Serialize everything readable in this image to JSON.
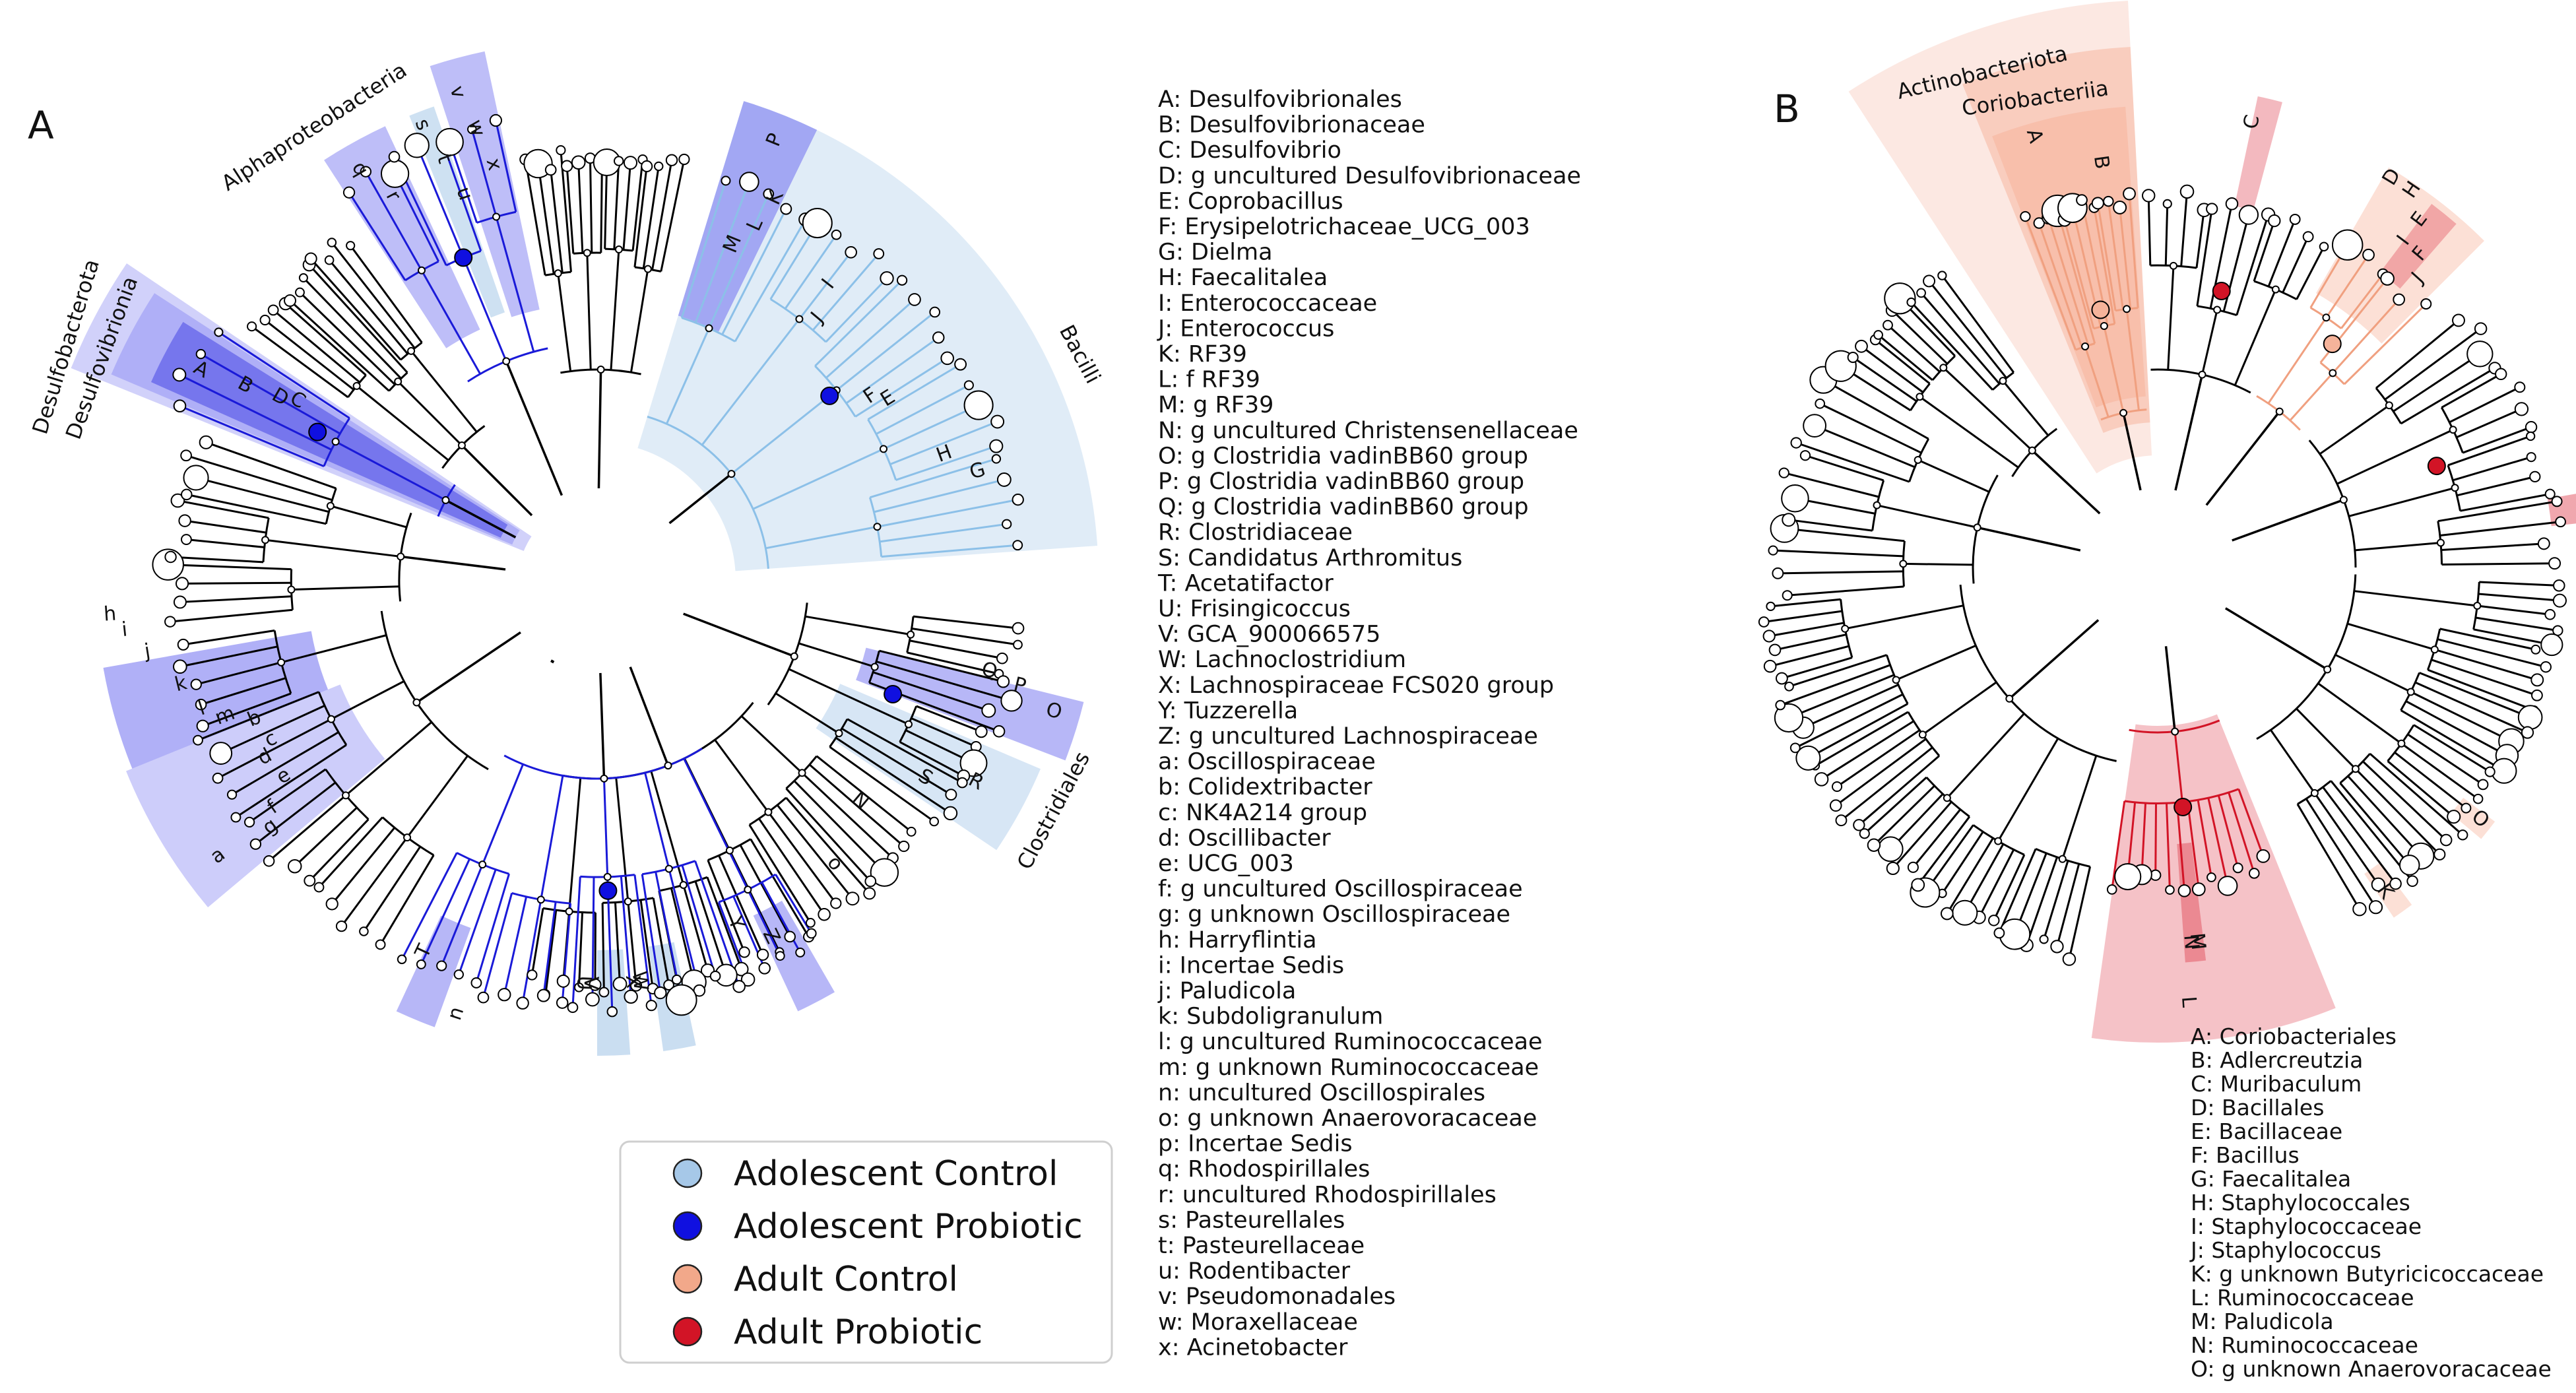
{
  "panels": [
    {
      "letter": "A",
      "clade_labels": [
        "Desulfobacterota",
        "Desulfovibrionia",
        "Alphaproteobacteria",
        "Bacilli",
        "Clostridiales"
      ],
      "key": [
        "A: Desulfovibrionales",
        "B: Desulfovibrionaceae",
        "C: Desulfovibrio",
        "D: g uncultured Desulfovibrionaceae",
        "E: Coprobacillus",
        "F: Erysipelotrichaceae_UCG_003",
        "G: Dielma",
        "H: Faecalitalea",
        "I: Enterococcaceae",
        "J: Enterococcus",
        "K: RF39",
        "L: f RF39",
        "M: g RF39",
        "N: g uncultured Christensenellaceae",
        "O: g Clostridia vadinBB60 group",
        "P: g Clostridia vadinBB60 group",
        "Q: g Clostridia vadinBB60 group",
        "R: Clostridiaceae",
        "S: Candidatus Arthromitus",
        "T: Acetatifactor",
        "U: Frisingicoccus",
        "V: GCA_900066575",
        "W: Lachnoclostridium",
        "X: Lachnospiraceae FCS020 group",
        "Y: Tuzzerella",
        "Z: g uncultured Lachnospiraceae",
        "a: Oscillospiraceae",
        "b: Colidextribacter",
        "c: NK4A214 group",
        "d: Oscillibacter",
        "e: UCG_003",
        "f: g uncultured Oscillospiraceae",
        "g: g unknown Oscillospiraceae",
        "h: Harryflintia",
        "i: Incertae Sedis",
        "j: Paludicola",
        "k: Subdoligranulum",
        "l: g uncultured Ruminococcaceae",
        "m: g unknown Ruminococcaceae",
        "n: uncultured Oscillospirales",
        "o: g unknown Anaerovoracaceae",
        "p: Incertae Sedis",
        "q: Rhodospirillales",
        "r: uncultured Rhodospirillales",
        "s: Pasteurellales",
        "t: Pasteurellaceae",
        "u: Rodentibacter",
        "v: Pseudomonadales",
        "w: Moraxellaceae",
        "x: Acinetobacter"
      ]
    },
    {
      "letter": "B",
      "clade_labels": [
        "Actinobacteriota",
        "Coriobacteriia"
      ],
      "key": [
        "A: Coriobacteriales",
        "B: Adlercreutzia",
        "C: Muribaculum",
        "D: Bacillales",
        "E: Bacillaceae",
        "F: Bacillus",
        "G: Faecalitalea",
        "H: Staphylococcales",
        "I: Staphylococcaceae",
        "J: Staphylococcus",
        "K: g unknown Butyricicoccaceae",
        "L: Ruminococcaceae",
        "M: Paludicola",
        "N: Ruminococcaceae",
        "O: g unknown Anaerovoracaceae"
      ]
    }
  ],
  "legend": [
    {
      "label": "Adolescent Control",
      "color": "#a6c8e8"
    },
    {
      "label": "Adolescent Probiotic",
      "color": "#1010e0"
    },
    {
      "label": "Adult Control",
      "color": "#f2a88a"
    },
    {
      "label": "Adult Probiotic",
      "color": "#d21426"
    }
  ],
  "colors": {
    "adolescent_probiotic_shade": "#6f6ff0",
    "adolescent_control_shade": "#a6c8e8",
    "adult_control_shade": "#f5a58a",
    "adult_probiotic_shade": "#e2505e",
    "tree": "#000000"
  }
}
